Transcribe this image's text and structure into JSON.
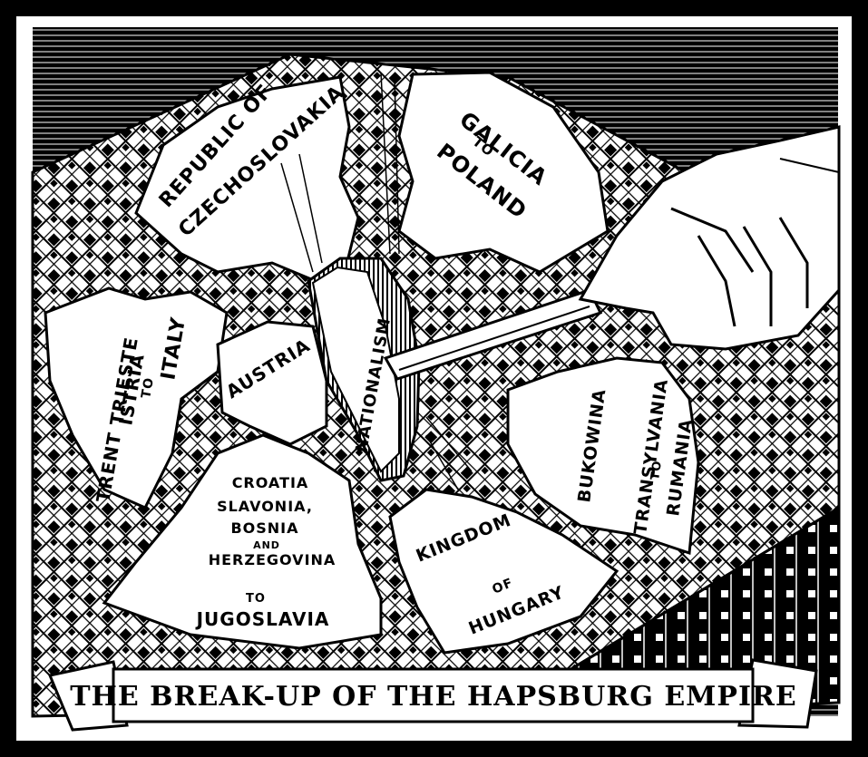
{
  "title": "THE BREAK-UP OF THE HAPSBURG EMPIRE",
  "pieces": {
    "czechoslovakia": {
      "line1": "REPUBLIC OF",
      "line2": "CZECHOSLOVAKIA"
    },
    "galicia": {
      "line1": "GALICIA",
      "line2": "TO",
      "line3": "POLAND"
    },
    "italy": {
      "line1": "TRENT TRIESTE",
      "line2": "ISTRIA",
      "line3": "TO",
      "line4": "ITALY"
    },
    "austria": {
      "line1": "AUSTRIA"
    },
    "nationalism": {
      "line1": "NATIONALISM"
    },
    "rumania": {
      "line1": "BUKOWINA",
      "line2": "TRANSYLVANIA",
      "line3": "TO",
      "line4": "RUMANIA"
    },
    "jugoslavia": {
      "line1": "CROATIA",
      "line2": "SLAVONIA,",
      "line3": "BOSNIA",
      "line4": "AND",
      "line5": "HERZEGOVINA",
      "line6": "TO",
      "line7": "JUGOSLAVIA"
    },
    "hungary": {
      "line1": "KINGDOM",
      "line2": "OF",
      "line3": "HUNGARY"
    }
  }
}
